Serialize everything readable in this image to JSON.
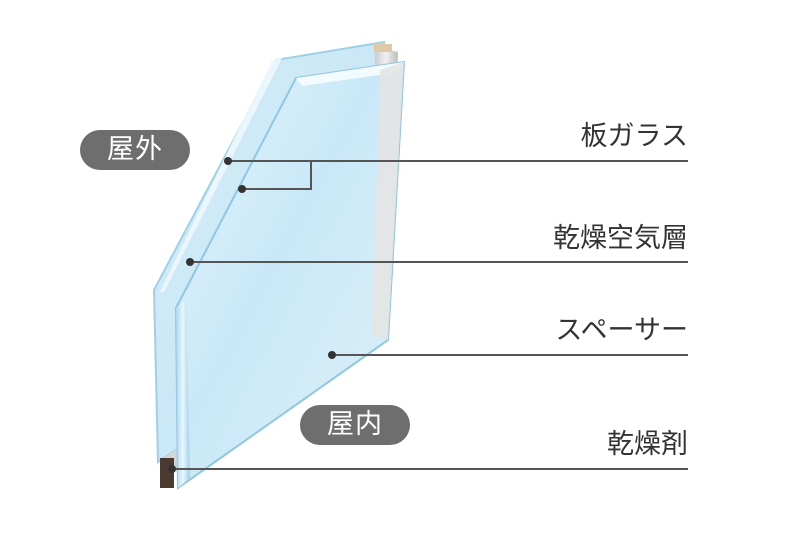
{
  "side_labels": {
    "outdoor": "屋外",
    "indoor": "屋内"
  },
  "parts": [
    {
      "id": "glass",
      "label": "板ガラス"
    },
    {
      "id": "air-layer",
      "label": "乾燥空気層"
    },
    {
      "id": "spacer",
      "label": "スペーサー"
    },
    {
      "id": "desiccant",
      "label": "乾燥剤"
    }
  ],
  "colors": {
    "pill": "#6e6e6e",
    "leader": "#555555",
    "glass": "#cfe9f7",
    "spacer": "#d9d9d9",
    "desiccant": "#4a3a30",
    "text": "#333333"
  }
}
